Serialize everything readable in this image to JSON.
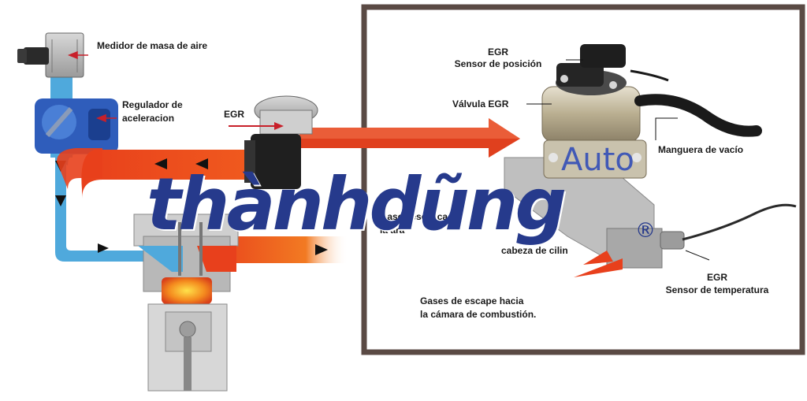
{
  "labels": {
    "mass_air_meter": "Medidor de masa de aire",
    "throttle_line1": "Regulador de",
    "throttle_line2": "aceleracion",
    "egr_left": "EGR",
    "egr_position_line1": "EGR",
    "egr_position_line2": "Sensor de posición",
    "egr_valve": "Válvula EGR",
    "vacuum_hose": "Manguera de vacío",
    "exhaust_partial_line1": "Gases ese   e ca",
    "exhaust_partial_line2": "la         ara",
    "cylinder_head_partial": "cabeza de cilin",
    "egr_temp_line1": "EGR",
    "egr_temp_line2": "Sensor de temperatura",
    "exhaust_to_chamber_line1": "Gases de escape hacia",
    "exhaust_to_chamber_line2": "la cámara de combustión."
  },
  "watermark": {
    "main": "thànhdũng",
    "sub": "Auto",
    "registered": "®"
  },
  "colors": {
    "intake_blue": "#4fa9dc",
    "exhaust_red": "#e8401c",
    "exhaust_orange": "#f27a22",
    "frame_brown": "#5a4a44",
    "watermark_blue": "#263a8c",
    "arrow_red": "#c8202a"
  }
}
